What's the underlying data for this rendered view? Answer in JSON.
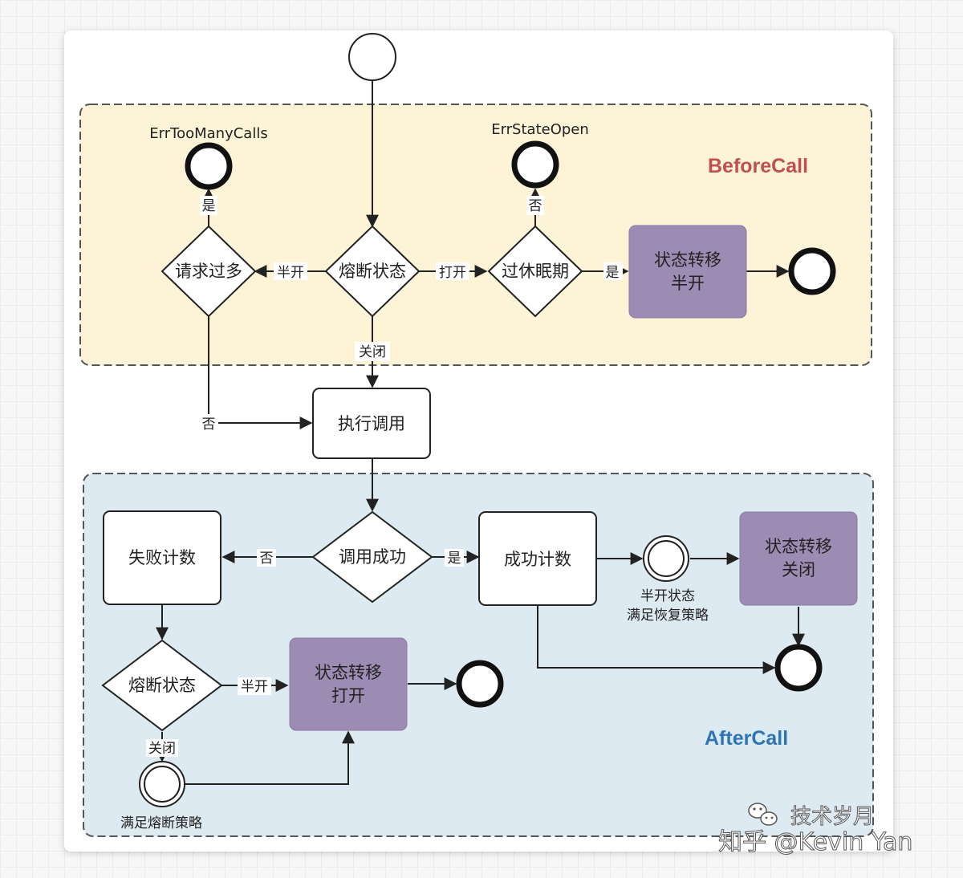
{
  "regions": {
    "before": {
      "title": "BeforeCall",
      "color": "#c0504d"
    },
    "after": {
      "title": "AfterCall",
      "color": "#2e75b6"
    }
  },
  "nodes": {
    "too_many_requests": "请求过多",
    "breaker_state_top": "熔断状态",
    "sleep_expired": "过休眠期",
    "transition_half_open": [
      "状态转移",
      "半开"
    ],
    "execute_call": "执行调用",
    "call_success": "调用成功",
    "failure_count": "失败计数",
    "success_count": "成功计数",
    "transition_close": [
      "状态转移",
      "关闭"
    ],
    "breaker_state_bottom": "熔断状态",
    "transition_open": [
      "状态转移",
      "打开"
    ]
  },
  "end_labels": {
    "err_too_many": "ErrTooManyCalls",
    "err_state_open": "ErrStateOpen"
  },
  "edge_labels": {
    "yes": "是",
    "no": "否",
    "half_open": "半开",
    "open": "打开",
    "closed": "关闭"
  },
  "notes": {
    "half_open_recovery": [
      "半开状态",
      "满足恢复策略"
    ],
    "trip_policy": "满足熔断策略"
  },
  "watermark": {
    "line1": "技术岁月",
    "line2": "知乎 @Kevin Yan"
  }
}
